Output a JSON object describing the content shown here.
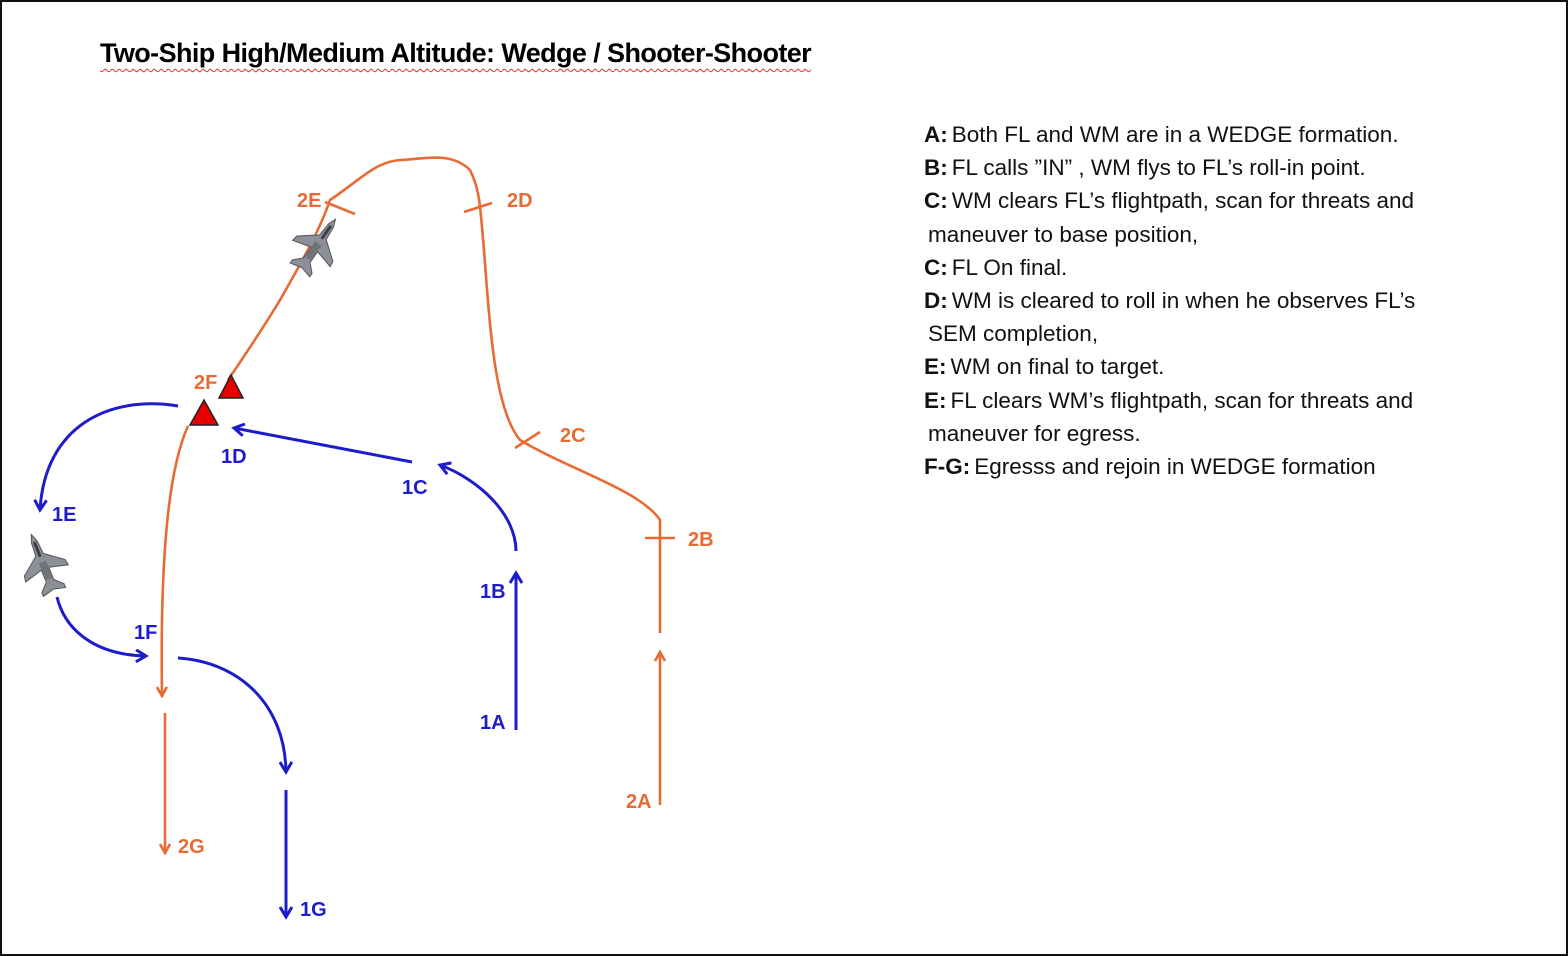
{
  "title": "Two-Ship High/Medium Altitude: Wedge / Shooter-Shooter",
  "labels": {
    "a1": "1A",
    "b1": "1B",
    "c1": "1C",
    "d1": "1D",
    "e1": "1E",
    "f1": "1F",
    "g1": "1G",
    "a2": "2A",
    "b2": "2B",
    "c2": "2C",
    "d2": "2D",
    "e2": "2E",
    "f2": "2F",
    "g2": "2G"
  },
  "colors": {
    "flight_2": "#e86a34",
    "flight_1": "#1c1ccb",
    "target_marker": "#e60000"
  },
  "icons": [
    "fighter-jet-icon",
    "target-triangle-icon"
  ],
  "notes": [
    {
      "key": "A:",
      "text": "Both FL and WM are in a WEDGE formation."
    },
    {
      "key": "B:",
      "text": "FL calls ”IN” , WM flys to FL’s roll-in point."
    },
    {
      "key": "C:",
      "text": "WM clears FL’s flightpath, scan for threats and"
    },
    {
      "key": "",
      "text": "maneuver to base position,"
    },
    {
      "key": "C:",
      "text": "FL On final."
    },
    {
      "key": "D:",
      "text": "WM is cleared to roll in when he observes FL’s"
    },
    {
      "key": "",
      "text": "SEM completion,"
    },
    {
      "key": "E:",
      "text": "WM on final to target."
    },
    {
      "key": "E:",
      "text": "FL clears WM’s flightpath, scan for threats and"
    },
    {
      "key": "",
      "text": "maneuver for egress."
    },
    {
      "key": "F-G:",
      "text": "Egresss and rejoin in WEDGE formation"
    }
  ]
}
